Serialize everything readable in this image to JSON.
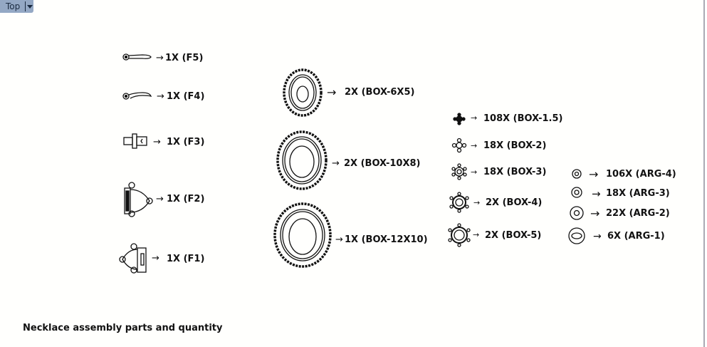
{
  "viewport": {
    "name": "Top",
    "menu_icon": "caret-down-icon"
  },
  "arrow_glyph": "→",
  "findings": [
    {
      "id": "F5",
      "label": "1X (F5)"
    },
    {
      "id": "F4",
      "label": "1X (F4)"
    },
    {
      "id": "F3",
      "label": "1X (F3)"
    },
    {
      "id": "F2",
      "label": "1X (F2)"
    },
    {
      "id": "F1",
      "label": "1X (F1)"
    }
  ],
  "oval_boxes": [
    {
      "label": "2X (BOX-6X5)"
    },
    {
      "label": "2X (BOX-10X8)"
    },
    {
      "label": "1X (BOX-12X10)"
    }
  ],
  "round_boxes": [
    {
      "label": "108X (BOX-1.5)"
    },
    {
      "label": "18X (BOX-2)"
    },
    {
      "label": "18X (BOX-3)"
    },
    {
      "label": "2X (BOX-4)"
    },
    {
      "label": "2X (BOX-5)"
    }
  ],
  "argentiums": [
    {
      "label": "106X (ARG-4)"
    },
    {
      "label": "18X (ARG-3)"
    },
    {
      "label": "22X (ARG-2)"
    },
    {
      "label": "6X (ARG-1)"
    }
  ],
  "caption": "Necklace assembly parts and quantity"
}
